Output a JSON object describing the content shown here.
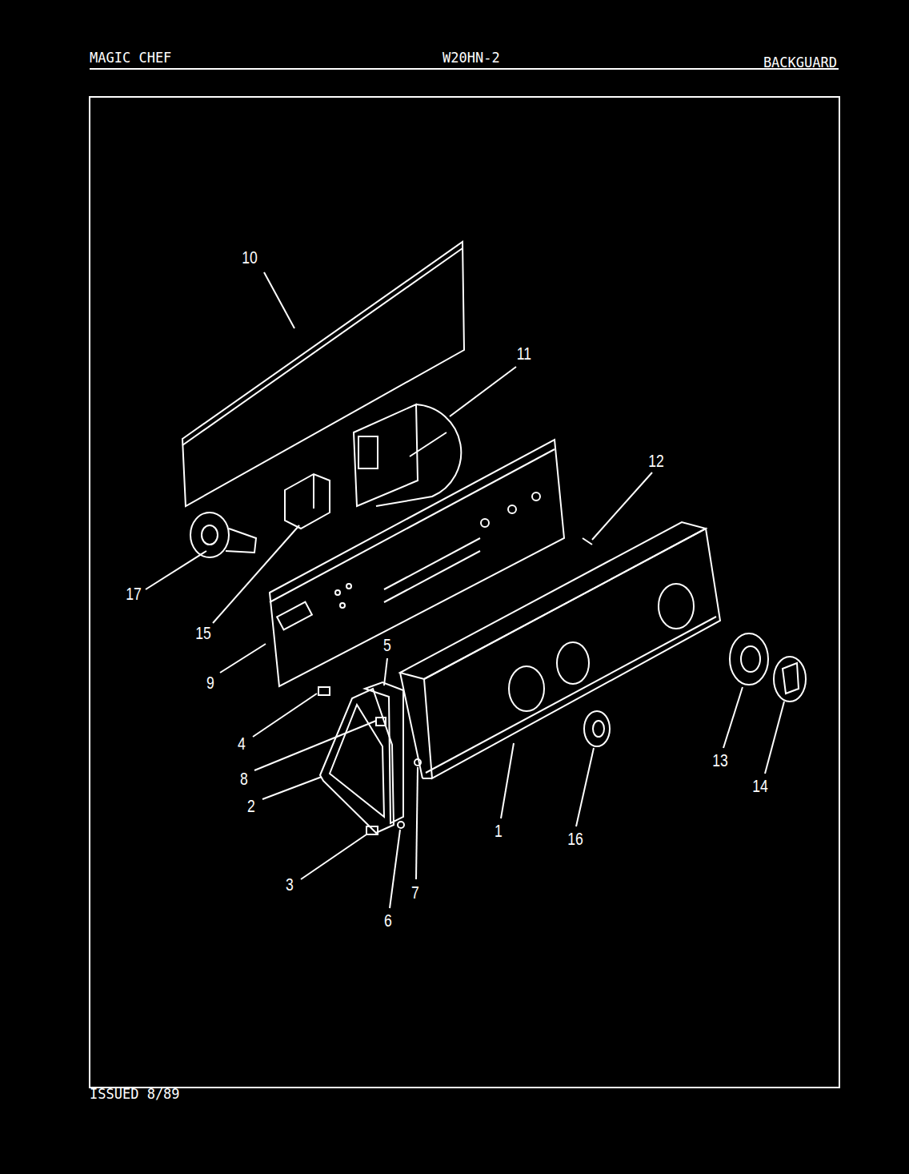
{
  "diagram": {
    "labels": [
      "MAGIC CHEF",
      "W20HN-2",
      "BACKGUARD",
      "10",
      "11",
      "12",
      "17",
      "15",
      "9",
      "5",
      "4",
      "8",
      "13",
      "2",
      "14",
      "1",
      "16",
      "3",
      "7",
      "6",
      "ISSUED 8/89"
    ]
  }
}
